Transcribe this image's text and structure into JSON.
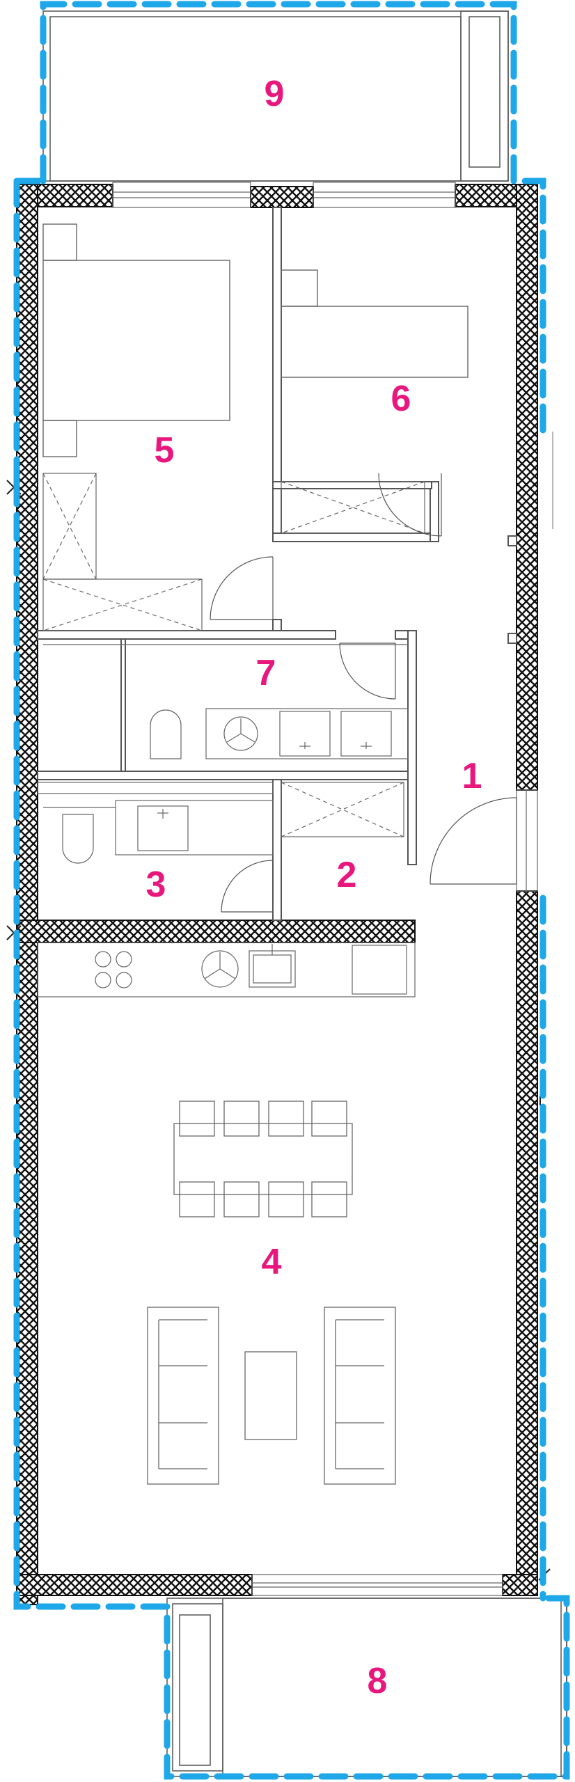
{
  "colors": {
    "room_label": "#e8177d",
    "boundary": "#1ea7e9",
    "wall": "#222222",
    "line": "#555555",
    "furniture": "#666666"
  },
  "rooms": [
    {
      "id": "r9",
      "label": "9"
    },
    {
      "id": "r6",
      "label": "6"
    },
    {
      "id": "r5",
      "label": "5"
    },
    {
      "id": "r7",
      "label": "7"
    },
    {
      "id": "r1",
      "label": "1"
    },
    {
      "id": "r2",
      "label": "2"
    },
    {
      "id": "r3",
      "label": "3"
    },
    {
      "id": "r4",
      "label": "4"
    },
    {
      "id": "r8",
      "label": "8"
    }
  ]
}
